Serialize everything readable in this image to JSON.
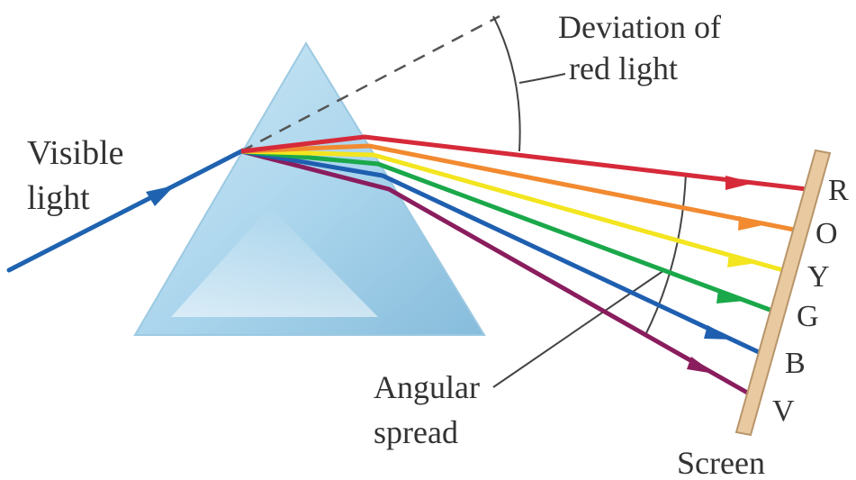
{
  "labels": {
    "visible_light": [
      "Visible",
      "light"
    ],
    "deviation": [
      "Deviation of",
      "red light"
    ],
    "angular_spread": [
      "Angular",
      "spread"
    ],
    "screen": "Screen"
  },
  "spectrum": [
    {
      "key": "red",
      "letter": "R",
      "color": "#d62a3a"
    },
    {
      "key": "orange",
      "letter": "O",
      "color": "#f28a30"
    },
    {
      "key": "yellow",
      "letter": "Y",
      "color": "#f3e51f"
    },
    {
      "key": "green",
      "letter": "G",
      "color": "#1aa84a"
    },
    {
      "key": "blue",
      "letter": "B",
      "color": "#1f5fb0"
    },
    {
      "key": "violet",
      "letter": "V",
      "color": "#8a1d5e"
    }
  ],
  "colors": {
    "incident_ray": "#1f63b0",
    "prism_light": "#d8eef8",
    "prism_dark": "#8fc2de",
    "screen": "#e8c9a0",
    "screen_edge": "#b8956a",
    "guide_lines": "#555555"
  }
}
